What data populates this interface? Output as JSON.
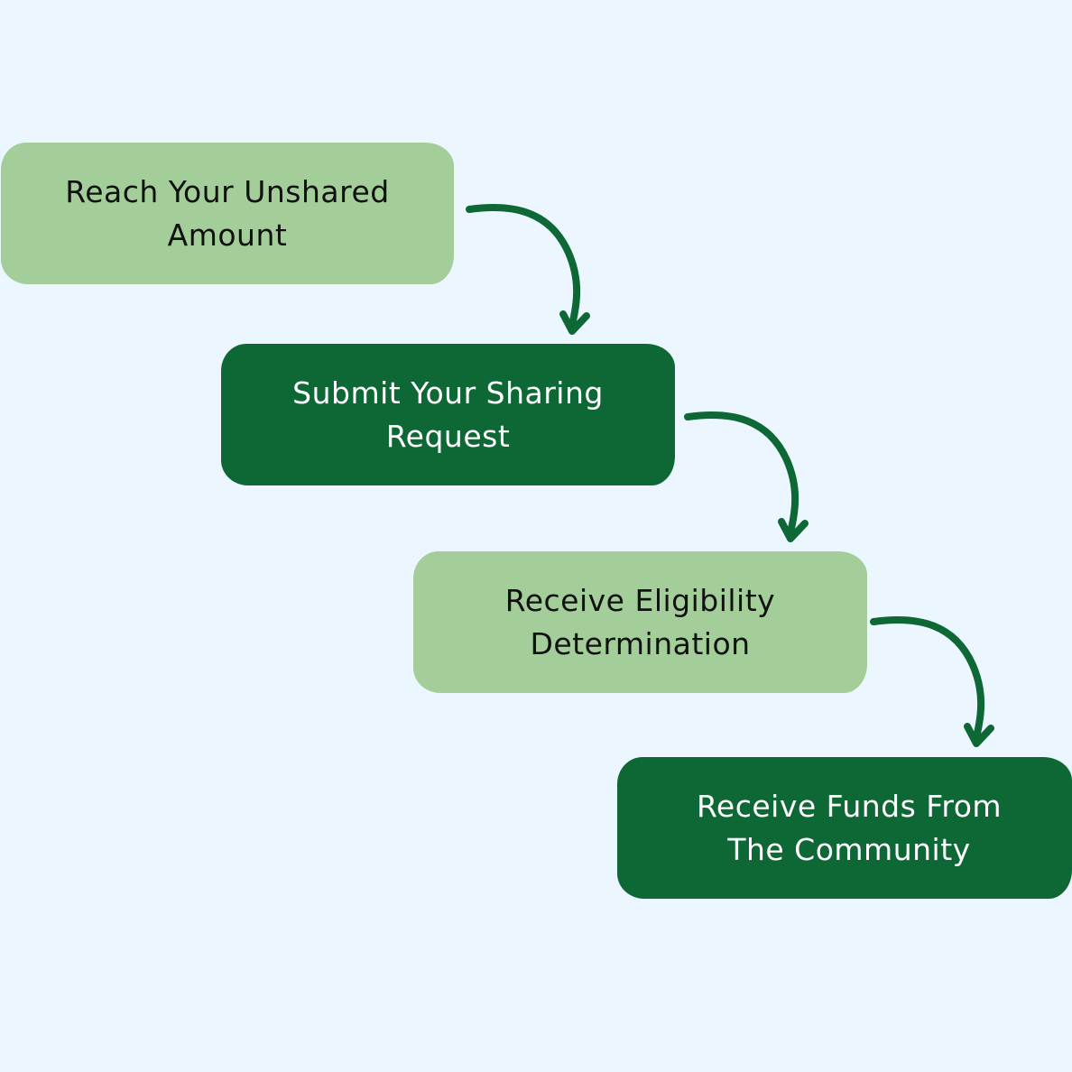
{
  "colors": {
    "background": "#ecf6ff",
    "light_step": "#a3ce99",
    "dark_step": "#0e6835",
    "arrow": "#0e6835"
  },
  "steps": [
    {
      "label": "Reach Your Unshared\nAmount",
      "style": "light"
    },
    {
      "label": "Submit Your Sharing\nRequest",
      "style": "dark"
    },
    {
      "label": "Receive Eligibility\nDetermination",
      "style": "light"
    },
    {
      "label": "Receive Funds From\nThe Community",
      "style": "dark"
    }
  ],
  "arrows": [
    {
      "from": "step-1",
      "to": "step-2"
    },
    {
      "from": "step-2",
      "to": "step-3"
    },
    {
      "from": "step-3",
      "to": "step-4"
    }
  ]
}
